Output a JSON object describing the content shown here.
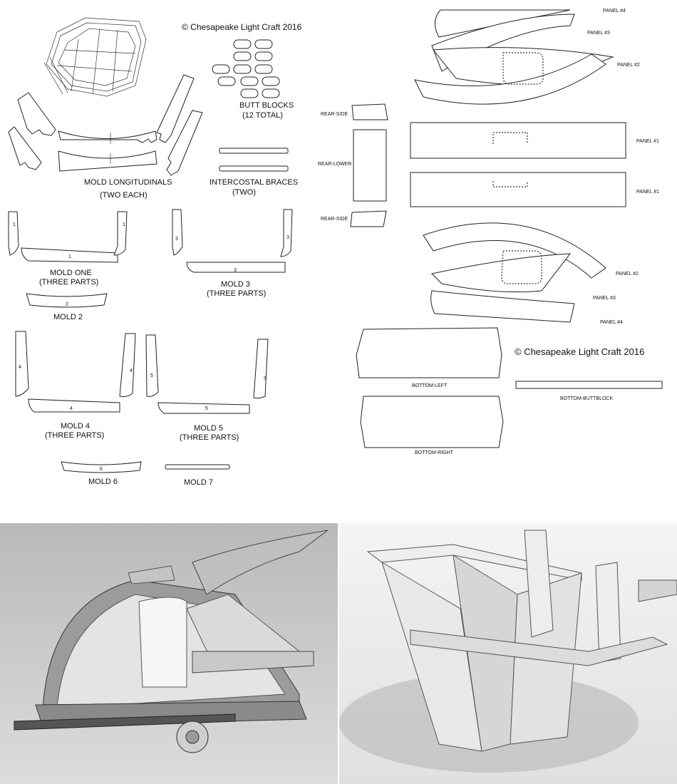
{
  "copyright_left": "© Chesapeake Light Craft 2016",
  "copyright_right": "© Chesapeake Light Craft 2016",
  "labels": {
    "butt_blocks": "BUTT BLOCKS",
    "butt_blocks_count": "(12 TOTAL)",
    "mold_longitudinals": "MOLD LONGITUDINALS",
    "mold_longitudinals_count": "(TWO EACH)",
    "intercostal_braces": "INTERCOSTAL BRACES",
    "intercostal_braces_count": "(TWO)",
    "mold_one": "MOLD ONE",
    "mold_one_parts": "(THREE PARTS)",
    "mold_2": "MOLD 2",
    "mold_3": "MOLD 3",
    "mold_3_parts": "(THREE PARTS)",
    "mold_4": "MOLD 4",
    "mold_4_parts": "(THREE PARTS)",
    "mold_5": "MOLD 5",
    "mold_5_parts": "(THREE PARTS)",
    "mold_6": "MOLD 6",
    "mold_7": "MOLD 7",
    "rear_side_top": "REAR-SIDE",
    "rear_lower": "REAR-LOWER",
    "rear_side_bottom": "REAR-SIDE",
    "panel_4_top": "PANEL #4",
    "panel_3_top": "PANEL #3",
    "panel_2_top": "PANEL #2",
    "panel_1_top": "PANEL #1",
    "panel_1_bottom": "PANEL #1",
    "panel_2_bottom": "PANEL #2",
    "panel_3_bottom": "PANEL #3",
    "panel_4_bottom": "PANEL #4",
    "bottom_left": "BOTTOM-LEFT",
    "bottom_right": "BOTTOM-RIGHT",
    "bottom_buttblock": "BOTTOM-BUTTBLOCK"
  },
  "part_numbers": {
    "mold1_left": "1",
    "mold1_right": "1",
    "mold1_bottom": "1",
    "mold2": "2",
    "mold3_left": "3",
    "mold3_right": "3",
    "mold3_bottom": "3",
    "mold4_left": "4",
    "mold4_right": "4",
    "mold4_bottom": "4",
    "mold5_left": "5",
    "mold5_right": "5",
    "mold5_bottom": "5",
    "mold6": "6"
  },
  "colors": {
    "line": "#222222",
    "render_bg": "#c8c8c8",
    "render_panel": "#e9e9e9"
  }
}
